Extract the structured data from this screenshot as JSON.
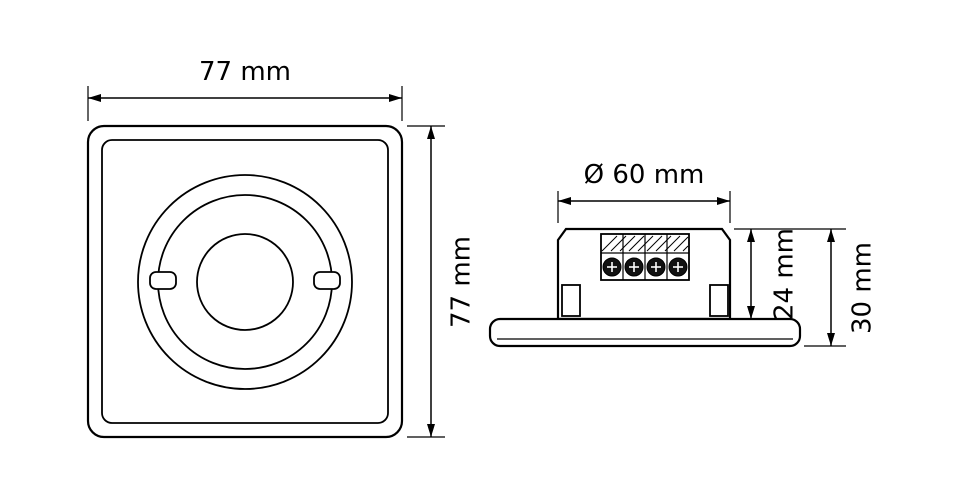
{
  "figure": {
    "kind": "technical-drawing",
    "subject": "flush-mounted presence detector dimensions",
    "colors": {
      "line": "#000000",
      "background": "#ffffff"
    },
    "views": {
      "front": {
        "width_label": "77 mm",
        "height_label": "77 mm"
      },
      "side": {
        "diameter_label": "Ø 60 mm",
        "recess_height_label": "24 mm",
        "total_height_label": "30 mm"
      }
    }
  }
}
